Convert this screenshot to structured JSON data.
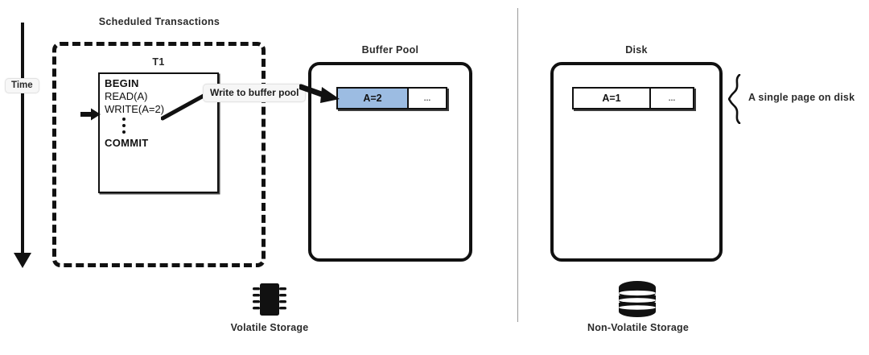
{
  "diagram": {
    "time_axis": {
      "label": "Time",
      "direction": "downward"
    },
    "scheduled": {
      "title": "Scheduled Transactions",
      "transaction": {
        "name": "T1",
        "operations": [
          {
            "text": "BEGIN",
            "bold": true
          },
          {
            "text": "READ(A)",
            "bold": false
          },
          {
            "text": "WRITE(A=2)",
            "bold": false
          },
          {
            "text": "COMMIT",
            "bold": true
          }
        ],
        "current_step_marker": "arrow-at-write",
        "ellipsis": "vertical-ellipsis"
      }
    },
    "callout": {
      "text": "Write to buffer pool"
    },
    "buffer_pool": {
      "title": "Buffer Pool",
      "page": {
        "cells": [
          {
            "value": "A=2",
            "highlight": true
          },
          {
            "value": "…",
            "highlight": false
          }
        ],
        "highlight_color": "#9cbce2"
      }
    },
    "disk": {
      "title": "Disk",
      "page": {
        "cells": [
          {
            "value": "A=1",
            "highlight": false
          },
          {
            "value": "…",
            "highlight": false
          }
        ]
      },
      "annotation": "A single page on disk"
    },
    "footer": {
      "volatile": {
        "caption": "Volatile Storage",
        "icon": "memory-chip-icon"
      },
      "nonvolatile": {
        "caption": "Non-Volatile Storage",
        "icon": "database-cylinder-icon"
      }
    },
    "colors": {
      "stroke": "#111111",
      "highlight": "#9cbce2",
      "divider": "#9a9a9a"
    }
  }
}
